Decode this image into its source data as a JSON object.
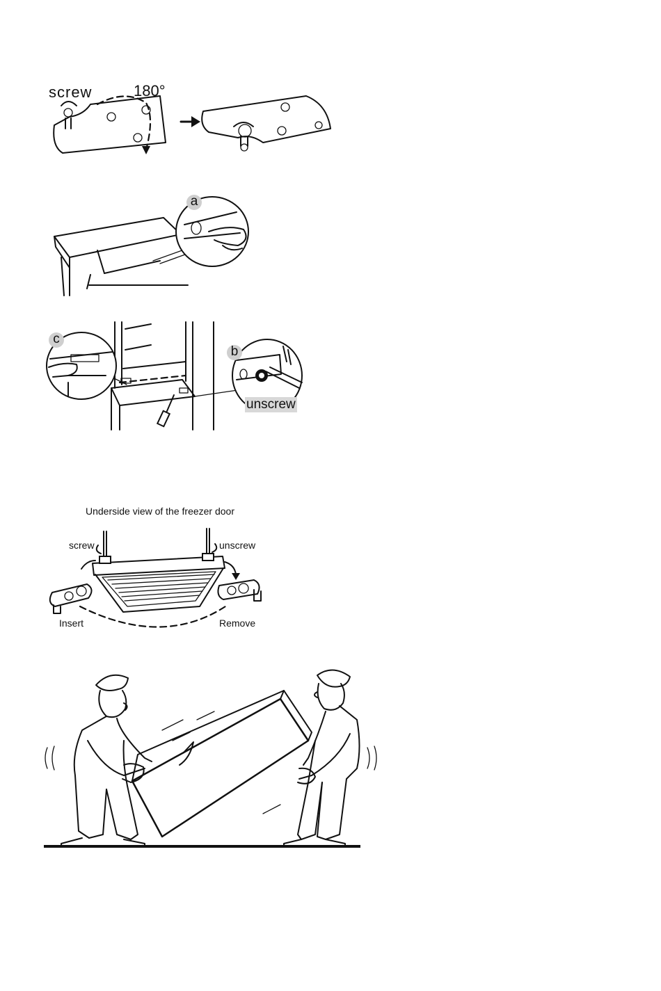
{
  "fig1": {
    "screw_label": "screw",
    "angle_label": "180°"
  },
  "fig2": {
    "badge_a": "a"
  },
  "fig3": {
    "badge_b": "b",
    "badge_c": "c",
    "unscrew_label": "unscrew"
  },
  "fig4": {
    "caption": "Underside  view  of  the  freezer  door",
    "screw_label": "screw",
    "unscrew_label": "unscrew",
    "insert_label": "Insert",
    "remove_label": "Remove"
  }
}
